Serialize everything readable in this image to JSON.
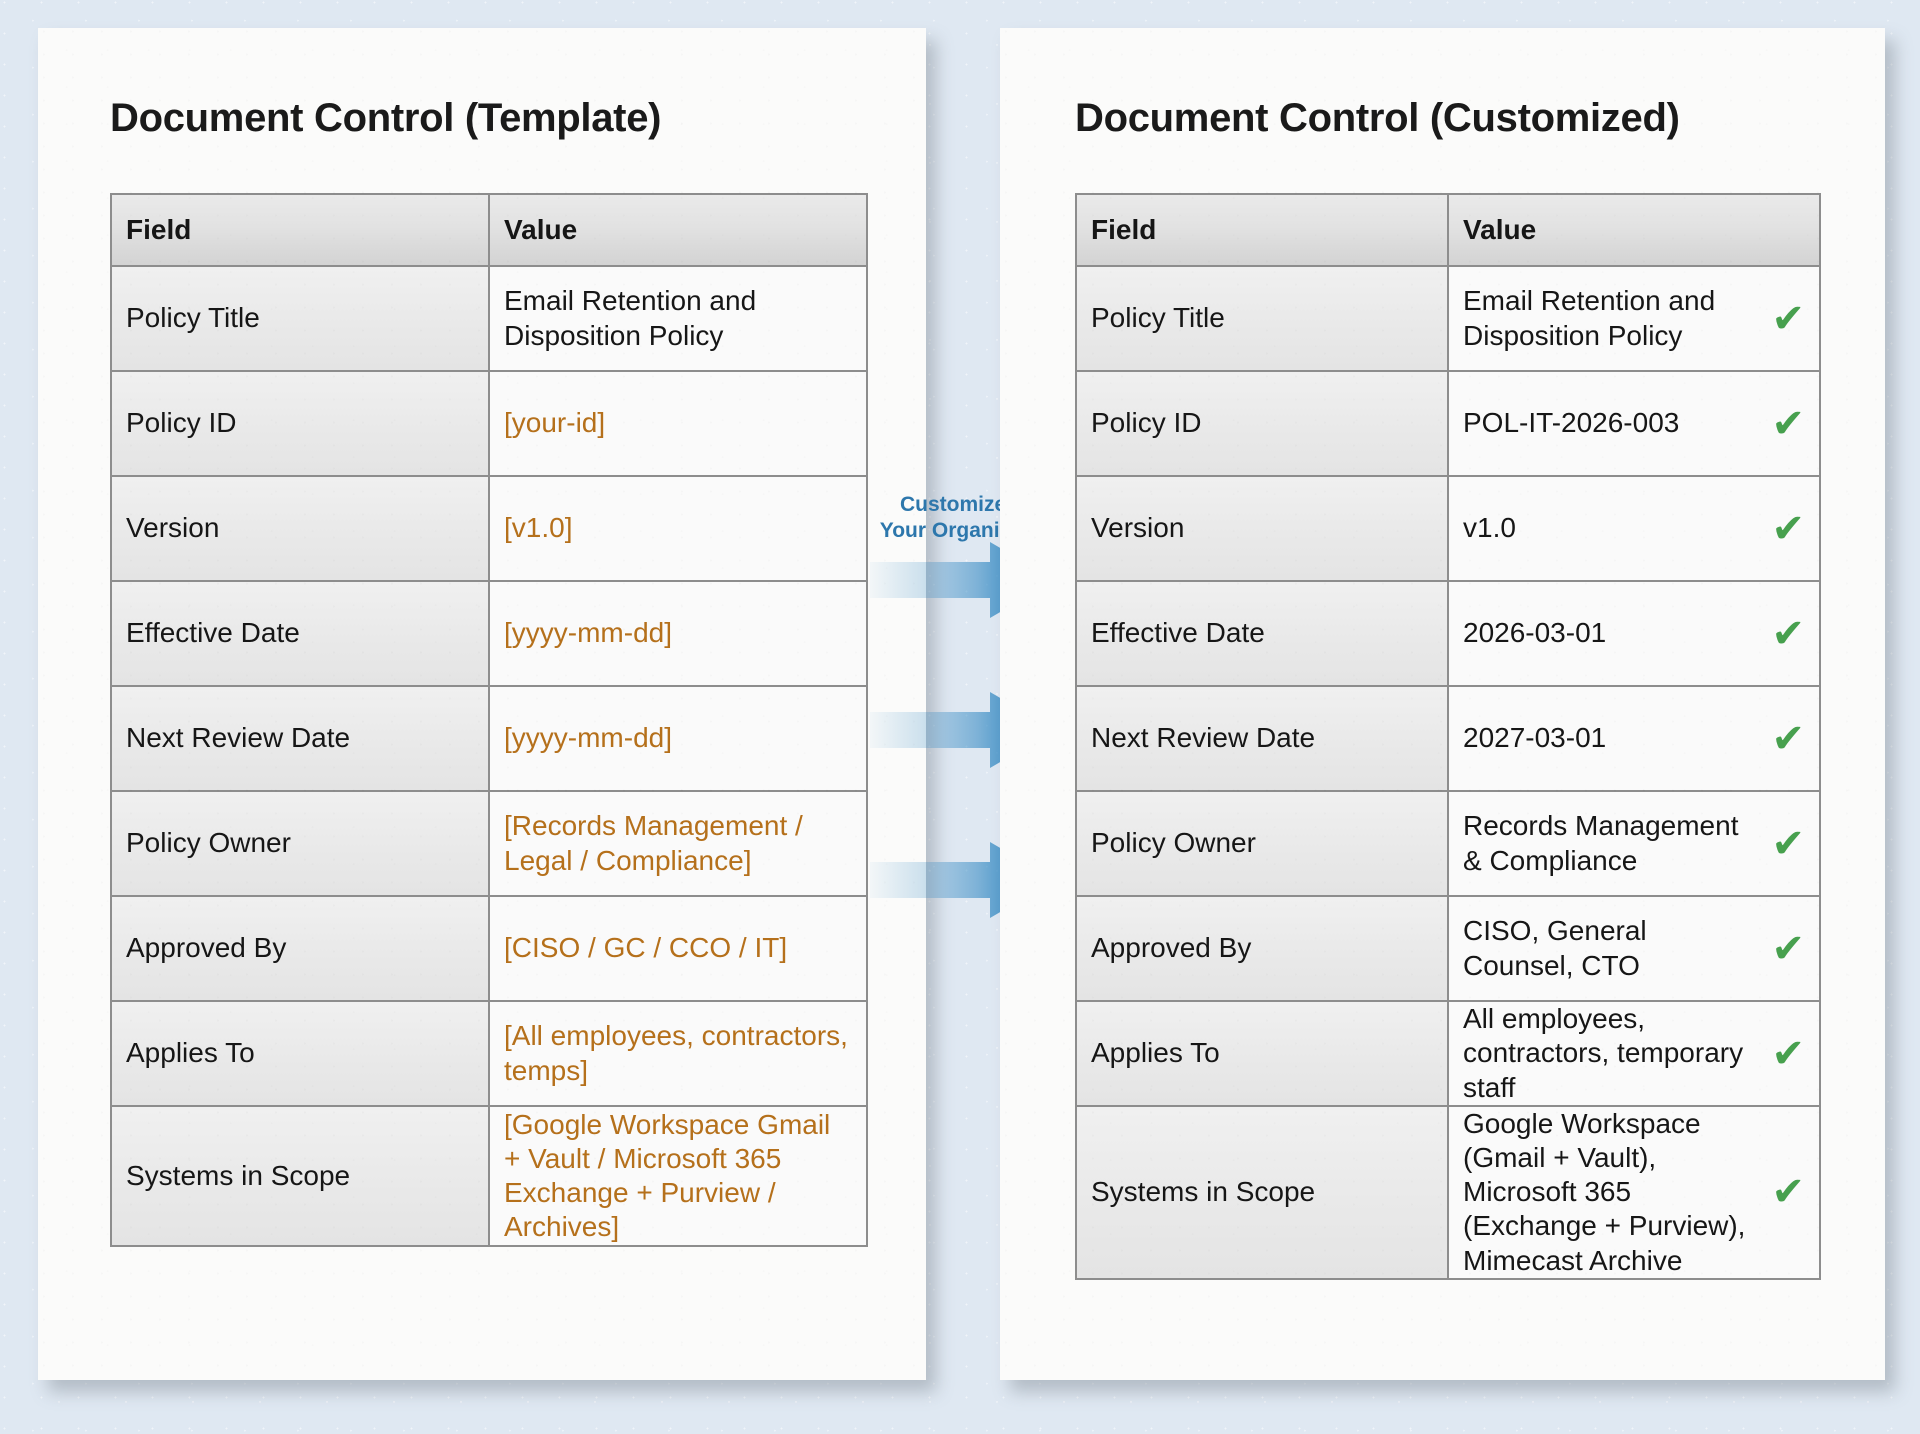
{
  "background_color": "#dfe8f2",
  "accent_colors": {
    "placeholder_orange": "#b5701b",
    "check_green": "#47a04e",
    "arrow_blue": "#2e86c1",
    "label_blue": "#2d77ac"
  },
  "left_panel": {
    "title": "Document Control (Template)",
    "columns": [
      "Field",
      "Value"
    ],
    "rows": [
      {
        "field": "Policy Title",
        "value": "Email Retention and Disposition Policy",
        "placeholder": false
      },
      {
        "field": "Policy ID",
        "value": "[your-id]",
        "placeholder": true
      },
      {
        "field": "Version",
        "value": "[v1.0]",
        "placeholder": true
      },
      {
        "field": "Effective Date",
        "value": "[yyyy-mm-dd]",
        "placeholder": true
      },
      {
        "field": "Next Review Date",
        "value": "[yyyy-mm-dd]",
        "placeholder": true
      },
      {
        "field": "Policy Owner",
        "value": "[Records Management / Legal / Compliance]",
        "placeholder": true
      },
      {
        "field": "Approved By",
        "value": "[CISO / GC / CCO / IT]",
        "placeholder": true
      },
      {
        "field": "Applies To",
        "value": "[All employees, contractors, temps]",
        "placeholder": true
      },
      {
        "field": "Systems in Scope",
        "value": "[Google Workspace Gmail + Vault / Microsoft 365 Exchange + Purview / Archives]",
        "placeholder": true
      }
    ]
  },
  "right_panel": {
    "title": "Document Control (Customized)",
    "columns": [
      "Field",
      "Value"
    ],
    "check_glyph": "✔",
    "rows": [
      {
        "field": "Policy Title",
        "value": "Email Retention and Disposition Policy",
        "checked": true
      },
      {
        "field": "Policy ID",
        "value": "POL-IT-2026-003",
        "checked": true
      },
      {
        "field": "Version",
        "value": "v1.0",
        "checked": true
      },
      {
        "field": "Effective Date",
        "value": "2026-03-01",
        "checked": true
      },
      {
        "field": "Next Review Date",
        "value": "2027-03-01",
        "checked": true
      },
      {
        "field": "Policy Owner",
        "value": "Records Management & Compliance",
        "checked": true
      },
      {
        "field": "Approved By",
        "value": "CISO, General Counsel, CTO",
        "checked": true
      },
      {
        "field": "Applies To",
        "value": "All employees, contractors, temporary staff",
        "checked": true
      },
      {
        "field": "Systems in Scope",
        "value": "Google Workspace (Gmail + Vault), Microsoft 365 (Exchange + Purview), Mimecast Archive",
        "checked": true
      }
    ]
  },
  "connector": {
    "label_line1": "Customize for",
    "label_line2": "Your Organization",
    "arrow_count": 3
  }
}
